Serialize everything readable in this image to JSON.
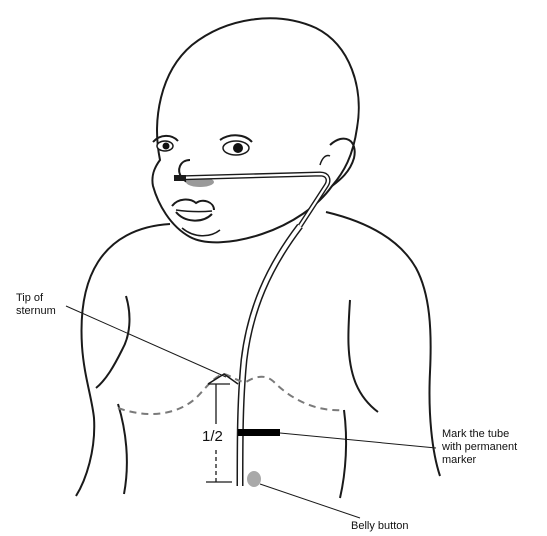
{
  "labels": {
    "sternum": [
      "Tip of",
      "sternum"
    ],
    "half": "1/2",
    "mark": [
      "Mark the tube",
      "with permanent",
      "marker"
    ],
    "belly": "Belly button"
  },
  "colors": {
    "outline": "#1a1a1a",
    "dashed": "#7a7a7a",
    "nostril_shadow": "#9a9a9a",
    "belly_button": "#a9a9a9",
    "marker_band": "#000000"
  }
}
